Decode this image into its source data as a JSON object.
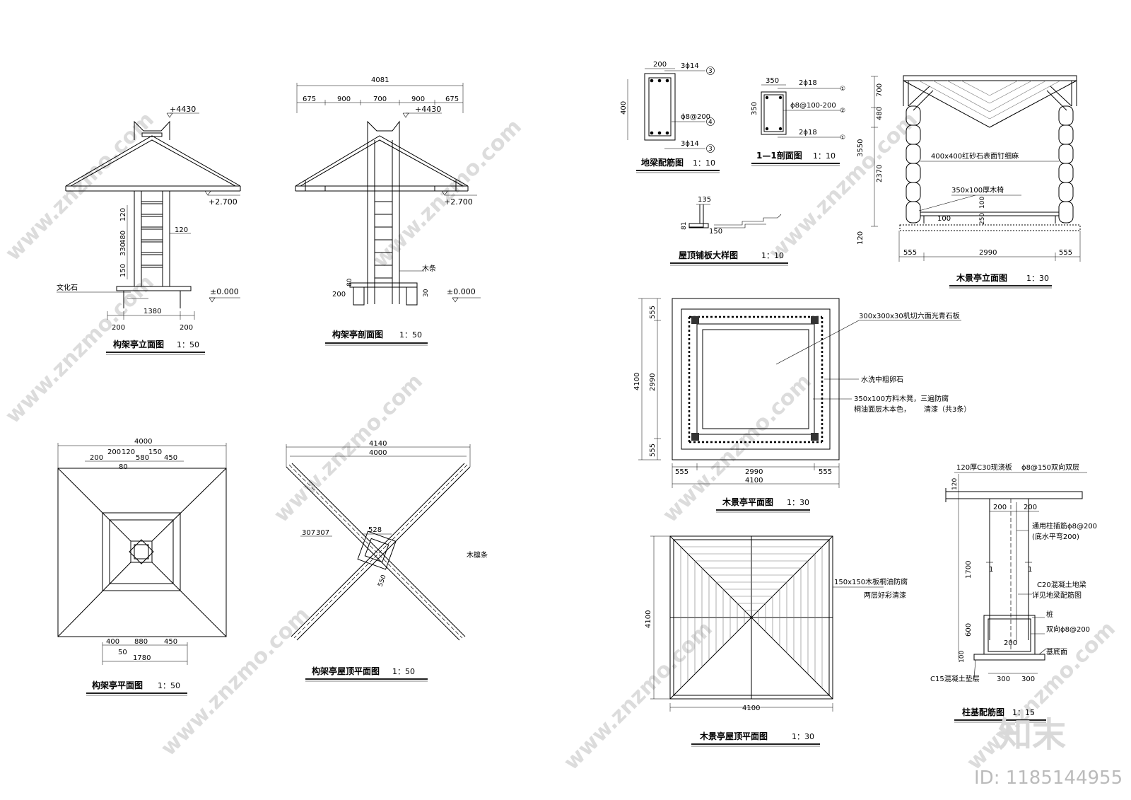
{
  "titles": {
    "t1": "构架亭立面图",
    "t1_scale": "1：50",
    "t2": "构架亭剖面图",
    "t2_scale": "1：50",
    "t3": "构架亭平面图",
    "t3_scale": "1：50",
    "t4": "构架亭屋顶平面图",
    "t4_scale": "1：50",
    "t5": "地梁配筋图",
    "t5_scale": "1：10",
    "t6": "1—1剖面图",
    "t6_scale": "1：10",
    "t7": "屋顶铺板大样图",
    "t7_scale": "1：10",
    "t8": "木景亭立面图",
    "t8_scale": "1：30",
    "t9": "木景亭平面图",
    "t9_scale": "1：30",
    "t10": "木景亭屋顶平面图",
    "t10_scale": "1：30",
    "t11": "柱基配筋图",
    "t11_scale": "1：15"
  },
  "elev": {
    "top": "+4430",
    "eave": "+2.700",
    "ground": "±0.000",
    "d120": "120",
    "d480": "480",
    "d330": "330",
    "d150": "150",
    "d120b": "120",
    "stone": "文化石",
    "d200a": "200",
    "d1380": "1380",
    "d200b": "200"
  },
  "section": {
    "d4081": "4081",
    "d675a": "675",
    "d900a": "900",
    "d700": "700",
    "d900b": "900",
    "d675b": "675",
    "top": "+4430",
    "eave": "+2.700",
    "ground": "±0.000",
    "wood": "木条",
    "d80": "80",
    "d200": "200",
    "d30": "30"
  },
  "plan": {
    "d4000": "4000",
    "d200a": "200",
    "d200b": "200",
    "d120": "120",
    "d150": "150",
    "d580": "580",
    "d450": "450",
    "d80": "80",
    "d400": "400",
    "d880": "880",
    "d450b": "450",
    "d50": "50",
    "d1780": "1780"
  },
  "roofplan": {
    "d4140": "4140",
    "d4000": "4000",
    "d307a": "307",
    "d307b": "307",
    "d528": "528",
    "d550": "550",
    "purlin": "木檩条"
  },
  "beam": {
    "d200": "200",
    "d400": "400",
    "r1": "3ϕ14",
    "r2": "ϕ8@200",
    "r3": "3ϕ14",
    "c1": "3",
    "c2": "4",
    "c3": "3"
  },
  "sec11": {
    "d350a": "350",
    "d350b": "350",
    "r1": "2ϕ18",
    "r2": "ϕ8@100-200",
    "r3": "2ϕ18",
    "c1": "①",
    "c2": "②",
    "c3": "①"
  },
  "plank": {
    "d135": "135",
    "d81": "81",
    "d150": "150"
  },
  "woodelev": {
    "d700": "700",
    "d480": "480",
    "d3550": "3550",
    "d2370": "2370",
    "d250": "250",
    "d100": "100",
    "d120": "120",
    "col": "400x400红砂石表面钉细麻",
    "bench": "350x100厚木椅",
    "d100b": "100",
    "d555a": "555",
    "d2990": "2990",
    "d555b": "555"
  },
  "woodplan": {
    "n1": "300x300x30机切六面光青石板",
    "n2": "水洗中粗卵石",
    "n3": "350x100方料木凳，三遍防腐",
    "n4": "桐油面层木本色，",
    "n5": "清漆（共3条）",
    "d555a": "555",
    "d2990": "2990",
    "d555b": "555",
    "d4100v": "4100",
    "d555c": "555",
    "d2990h": "2990",
    "d555d": "555",
    "d4100h": "4100"
  },
  "woodroof": {
    "n1": "150x150木板桐油防腐",
    "n2": "两层好彩清漆",
    "d4100v": "4100",
    "d4100h": "4100"
  },
  "footing": {
    "n1": "120厚C30现浇板",
    "n2": "ϕ8@150双向双层",
    "d120": "120",
    "d200a": "200",
    "d200b": "200",
    "n3": "通用柱插筋ϕ8@200",
    "n4": "(底水平弯200)",
    "d1700": "1700",
    "s1": "1",
    "s2": "1",
    "n5": "C20混凝土地梁",
    "n6": "详见地梁配筋图",
    "n7": "桩",
    "n8": "双向ϕ8@200",
    "d600": "600",
    "d200c": "200",
    "n9": "基底面",
    "d100": "100",
    "n10": "C15混凝土垫层",
    "d300a": "300",
    "d300b": "300"
  },
  "brand": {
    "logo": "知末",
    "id": "ID: 1185144955",
    "wm": "www.znzmo.com"
  }
}
